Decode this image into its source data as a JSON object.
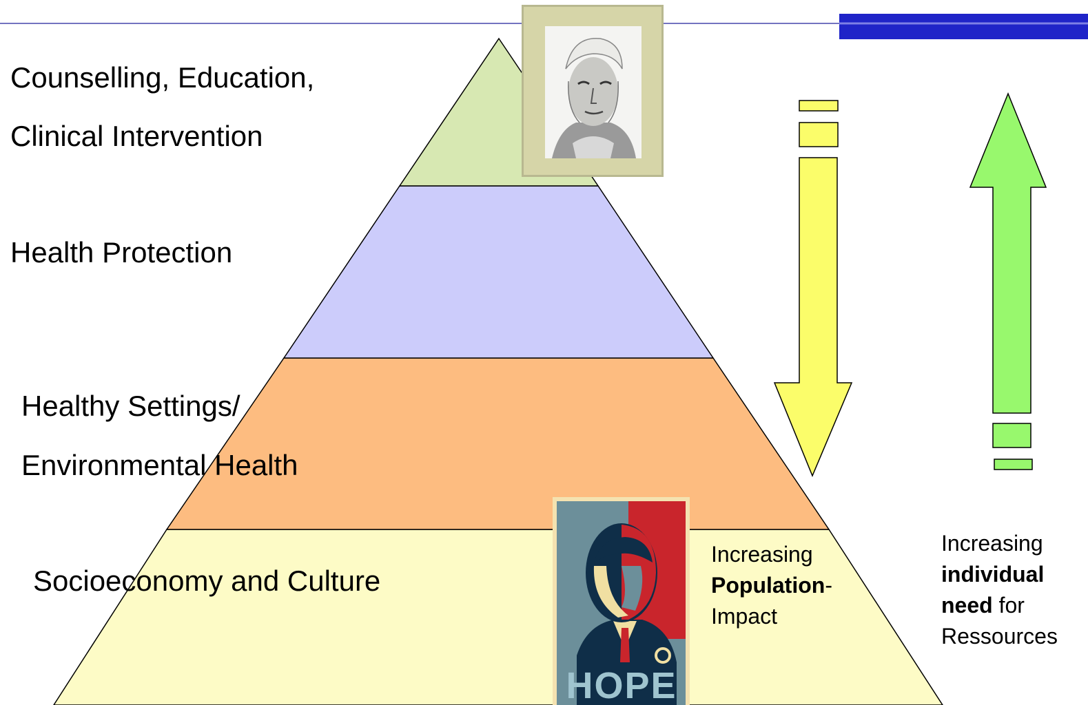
{
  "levels": [
    {
      "line1": "Counselling, Education,",
      "line2": "Clinical Intervention"
    },
    {
      "line1": "Health Protection"
    },
    {
      "line1": "Healthy Settings/",
      "line2": "Environmental Health"
    },
    {
      "line1": "Socioeconomy and Culture"
    }
  ],
  "colors": {
    "level_top": "#d7e8b2",
    "level_two": "#ccccfb",
    "level_three": "#fdbc80",
    "level_base": "#fdfbc6",
    "arrow_down": "#fbfd6a",
    "arrow_up": "#98f86d",
    "header_line": "#6b6bbf",
    "header_bar": "#1f24c8"
  },
  "arrow_down_note": {
    "pre": "Increasing",
    "bold": "Population",
    "post": "-",
    "line3": "Impact"
  },
  "arrow_up_note": {
    "pre": "Increasing",
    "bold1": "individual",
    "bold2": "need",
    "post": " for",
    "line4": "Ressources"
  },
  "poster_text": "HOPE"
}
